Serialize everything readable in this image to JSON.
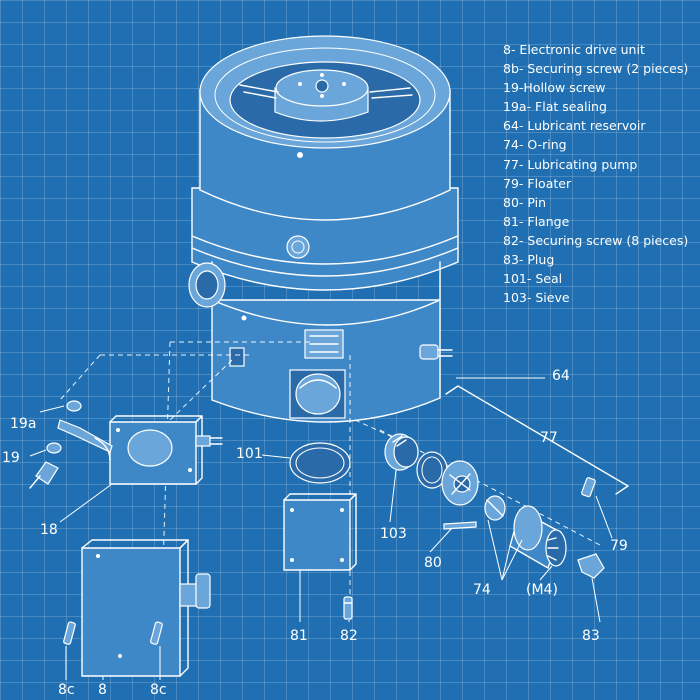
{
  "legend": {
    "items": [
      "8-  Electronic drive unit",
      "8b- Securing screw (2 pieces)",
      "19-Hollow screw",
      "19a- Flat sealing",
      "64- Lubricant reservoir",
      "74- O-ring",
      "77- Lubricating pump",
      "79- Floater",
      "80- Pin",
      "81- Flange",
      "82- Securing screw (8 pieces)",
      "83- Plug",
      "101- Seal",
      "103- Sieve"
    ]
  },
  "labels": {
    "l64": "64",
    "l77": "77",
    "l19a": "19a",
    "l19": "19",
    "l101": "101",
    "l18": "18",
    "l103": "103",
    "l79": "79",
    "l80": "80",
    "l74": "74",
    "lM4": "(M4)",
    "l81": "81",
    "l82": "82",
    "l83": "83",
    "l8c_left": "8c",
    "l8": "8",
    "l8c_right": "8c"
  },
  "colors": {
    "background": "#1f6fb2",
    "grid": "#ffffff",
    "lines": "#ffffff"
  }
}
